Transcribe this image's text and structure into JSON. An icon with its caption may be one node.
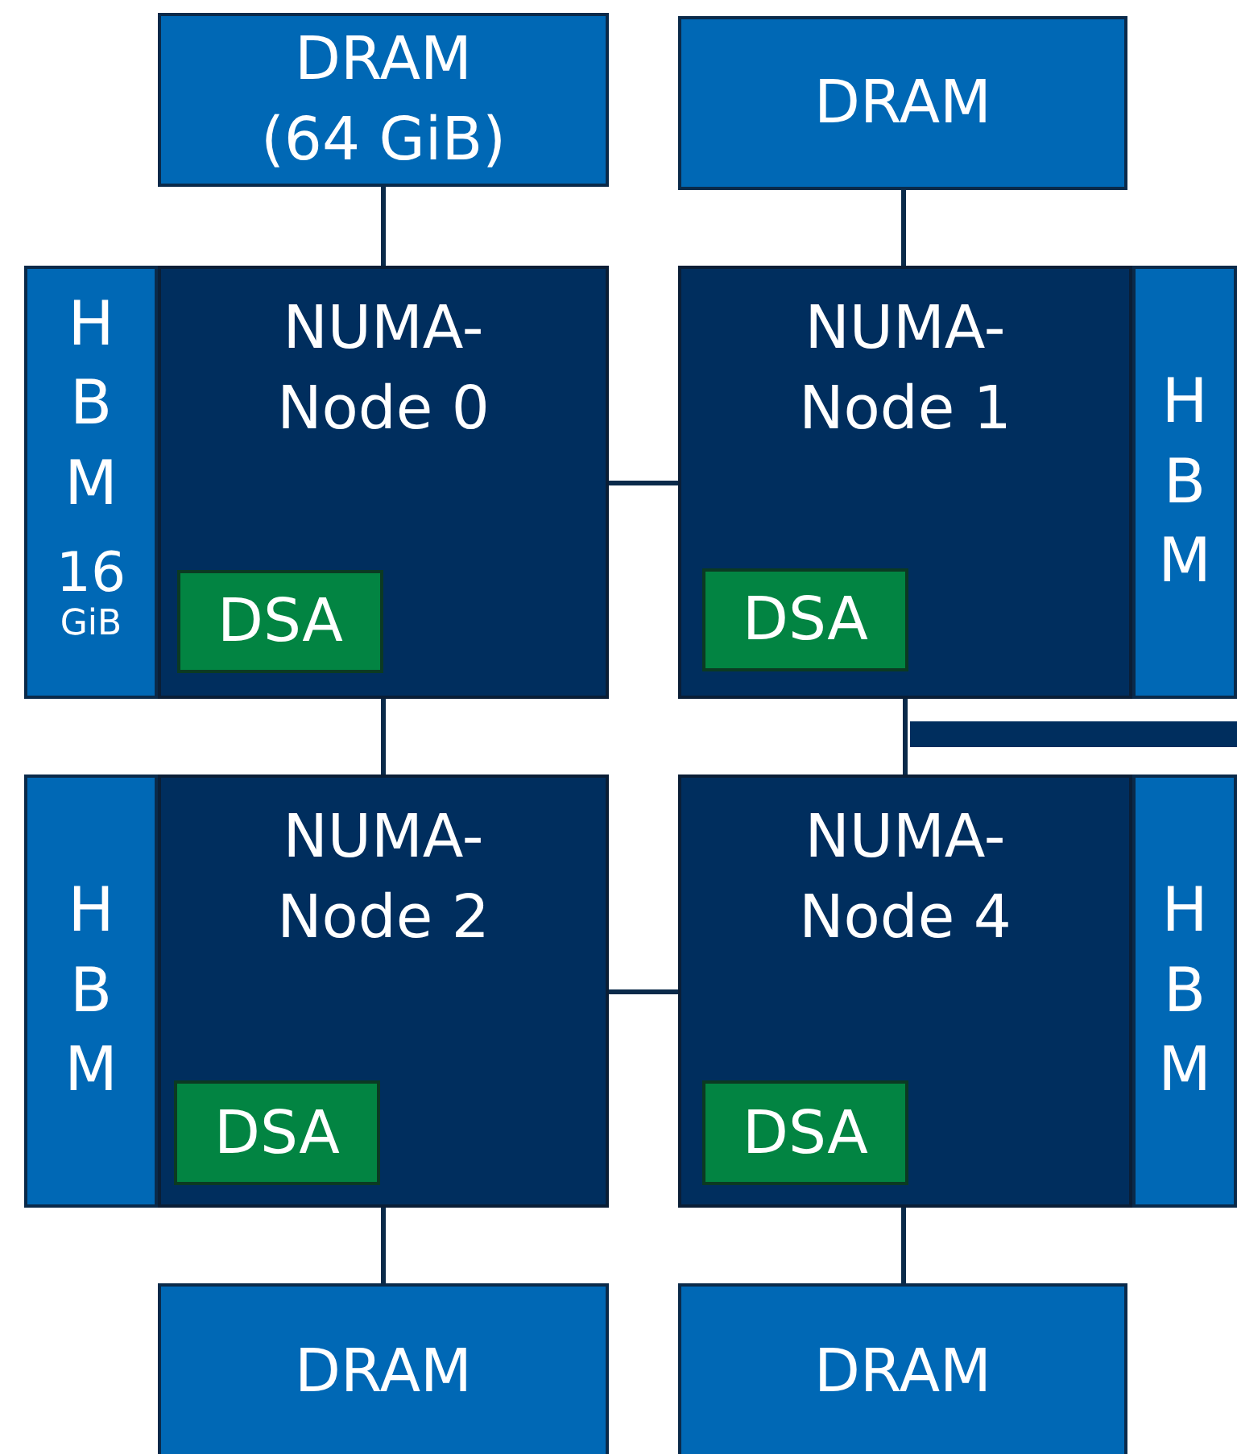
{
  "diagram": {
    "nodes": [
      {
        "text": [
          "DRAM (64 GiB)"
        ]
      },
      {
        "text": [
          "DRAM"
        ]
      },
      {
        "text": [
          "NUMA-Node 0"
        ]
      },
      {
        "text": [
          "HBM",
          "16",
          "GiB"
        ]
      },
      {
        "text": [
          "DSA"
        ],
        "in": 2
      },
      {
        "text": [
          "NUMA-Node 1"
        ]
      },
      {
        "text": [
          "HBM"
        ]
      },
      {
        "text": [
          "DSA"
        ],
        "in": 5
      },
      {
        "text": [
          "NUMA-Node 2"
        ]
      },
      {
        "text": [
          "HBM"
        ]
      },
      {
        "text": [
          "DSA"
        ],
        "in": 8
      },
      {
        "text": [
          "NUMA-Node 4"
        ]
      },
      {
        "text": [
          "HBM"
        ]
      },
      {
        "text": [
          "DSA"
        ],
        "in": 11
      },
      {
        "text": [
          "DRAM"
        ]
      },
      {
        "text": [
          "DRAM"
        ]
      },
      {
        "text": [],
        "shape": "bar"
      }
    ],
    "edges": [
      {
        "from": 0,
        "to": 2,
        "arrow": "none"
      },
      {
        "from": 1,
        "to": 5,
        "arrow": "none"
      },
      {
        "from": 2,
        "to": 5,
        "arrow": "none"
      },
      {
        "from": 2,
        "to": 8,
        "arrow": "none"
      },
      {
        "from": 5,
        "to": 11,
        "arrow": "none"
      },
      {
        "from": 8,
        "to": 11,
        "arrow": "none"
      },
      {
        "from": 8,
        "to": 14,
        "arrow": "none"
      },
      {
        "from": 11,
        "to": 15,
        "arrow": "none"
      }
    ]
  }
}
